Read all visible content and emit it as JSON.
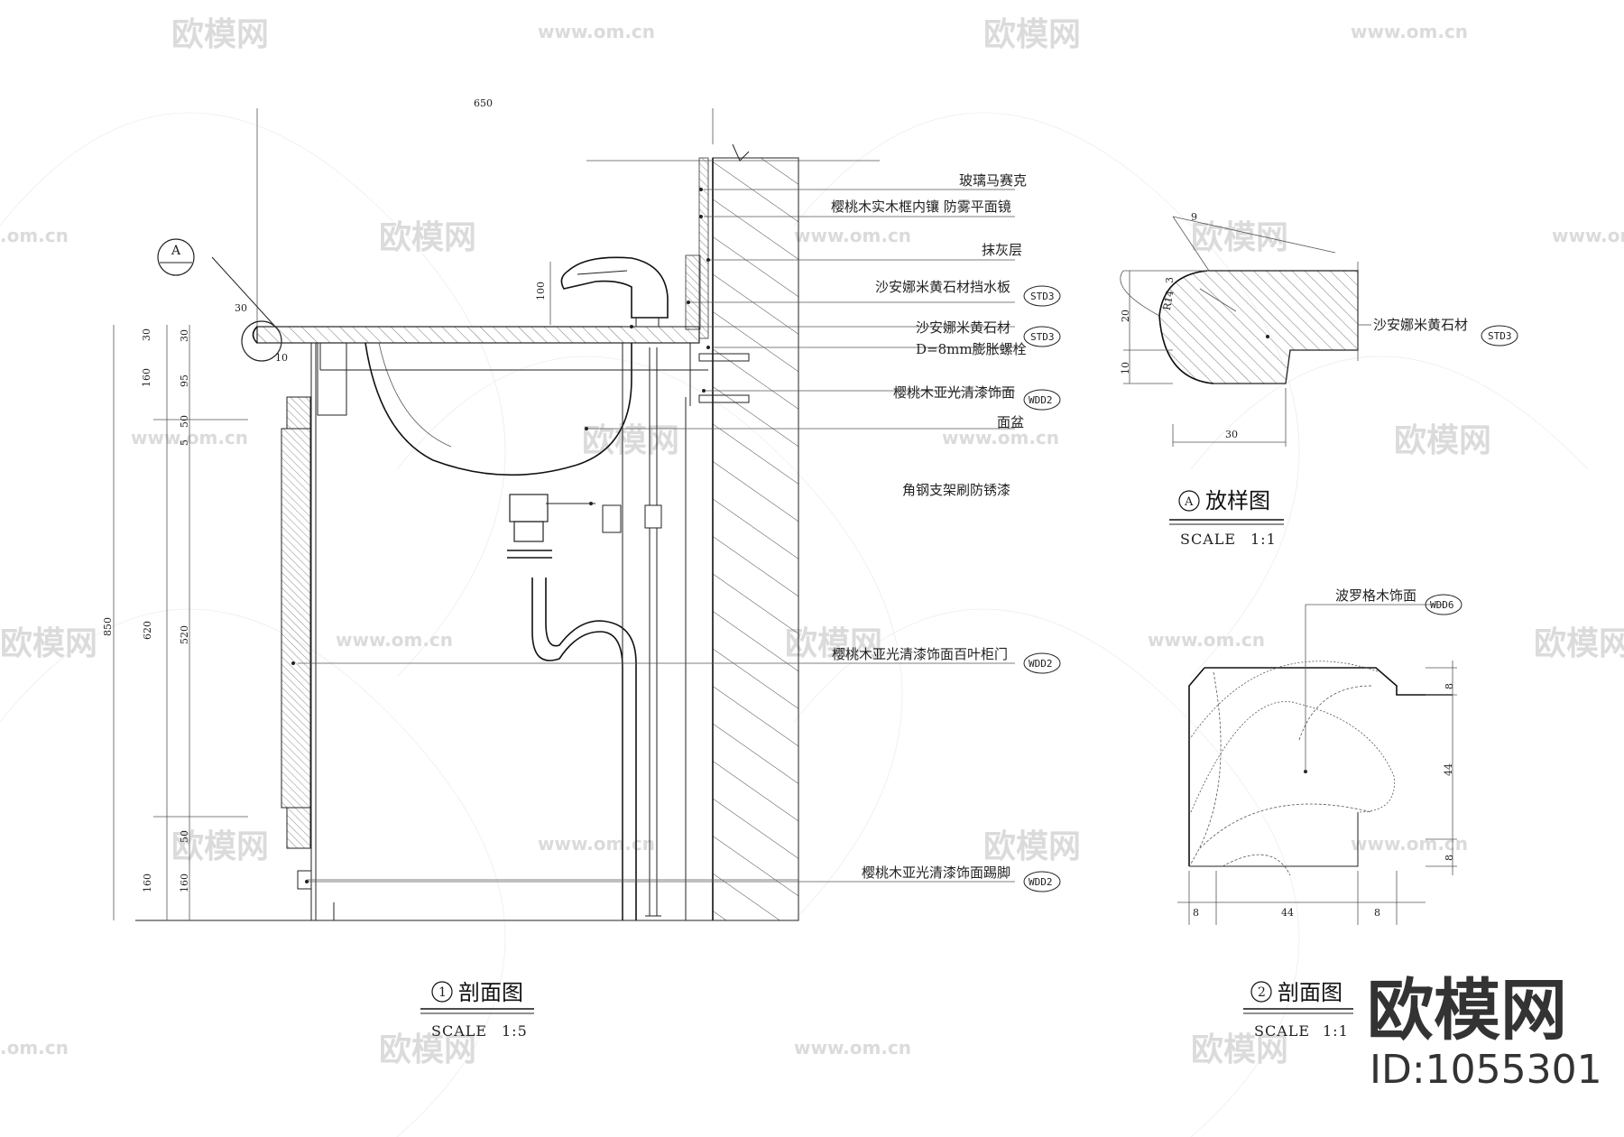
{
  "watermark": {
    "url_text": "www.om.cn",
    "brand_text": "欧模网",
    "partial_url": ".om.cn"
  },
  "section1": {
    "label_top_width": "650",
    "tag_a": "A",
    "dim_30_top": "30",
    "dim_10": "10",
    "faucet_h": "100",
    "dims_left_outer": [
      "30",
      "160",
      "850",
      "620",
      "160"
    ],
    "dims_left_inner": [
      "30",
      "95",
      "50",
      "5",
      "520",
      "50",
      "160"
    ],
    "annotations": [
      {
        "text": "玻璃马赛克",
        "code": ""
      },
      {
        "text": "樱桃木实木框内镶 防雾平面镜",
        "code": ""
      },
      {
        "text": "抹灰层",
        "code": ""
      },
      {
        "text": "沙安娜米黄石材挡水板",
        "code": "STD3"
      },
      {
        "text": "沙安娜米黄石材",
        "code": "STD3"
      },
      {
        "text": "D=8mm膨胀螺栓",
        "code": ""
      },
      {
        "text": "樱桃木亚光清漆饰面",
        "code": "WDD2"
      },
      {
        "text": "面盆",
        "code": ""
      },
      {
        "text": "角钢支架刷防锈漆",
        "code": ""
      },
      {
        "text": "樱桃木亚光清漆饰面百叶柜门",
        "code": "WDD2"
      },
      {
        "text": "樱桃木亚光清漆饰面踢脚",
        "code": "WDD2"
      }
    ],
    "title_num": "1",
    "title": "剖面图",
    "scale_label": "SCALE",
    "scale_value": "1:5"
  },
  "detailA": {
    "dims": [
      "9",
      "R14",
      "20",
      "3",
      "10",
      "30"
    ],
    "annotation": "沙安娜米黄石材",
    "code": "STD3",
    "title_tag": "A",
    "title": "放样图",
    "scale_label": "SCALE",
    "scale_value": "1:1"
  },
  "section2": {
    "annotation": "波罗格木饰面",
    "code": "WDD6",
    "dims_right": [
      "8",
      "44",
      "8"
    ],
    "dims_bottom": [
      "8",
      "44",
      "8"
    ],
    "title_num": "2",
    "title": "剖面图",
    "scale_label": "SCALE",
    "scale_value": "1:1"
  },
  "brand": {
    "name": "欧模网",
    "id": "ID:1055301"
  }
}
